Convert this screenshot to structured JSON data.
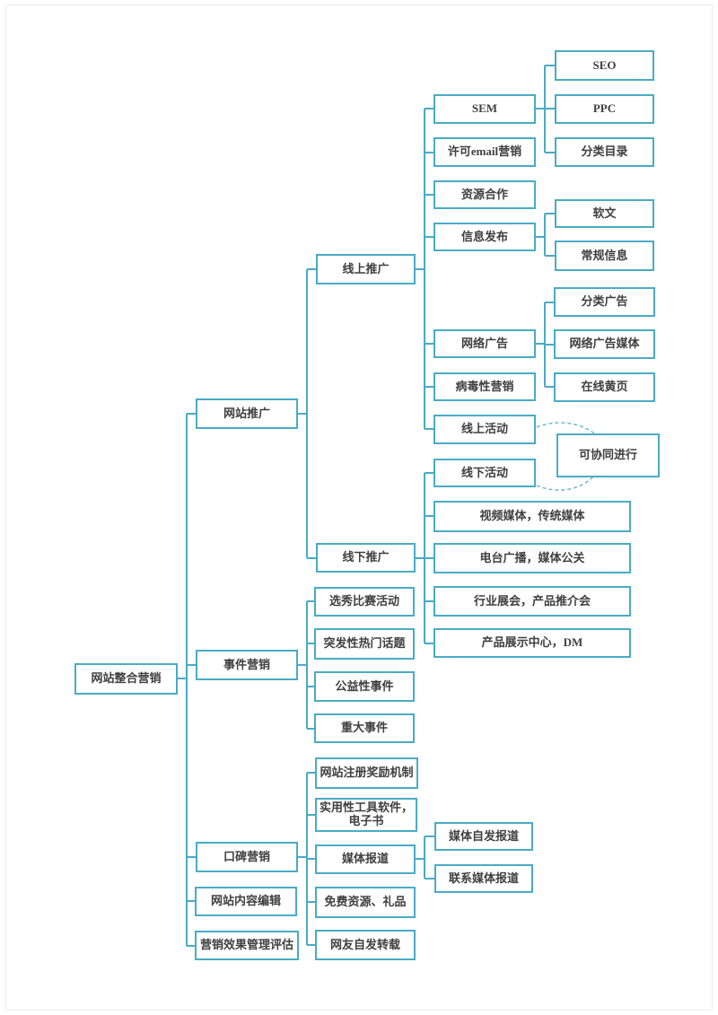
{
  "style": {
    "accent_color": "#4aabc5",
    "text_color": "#3f3f3f",
    "node_background": "#ffffff",
    "page_background": "#ffffff",
    "page_border_color": "#ececec"
  },
  "diagram": {
    "type": "mindmap-tree",
    "orientation": "left-to-right",
    "root": {
      "label": "网站整合营销",
      "children": [
        {
          "label": "网站推广",
          "children": [
            {
              "label": "线上推广",
              "children": [
                {
                  "label": "SEM",
                  "children": [
                    {
                      "label": "SEO"
                    },
                    {
                      "label": "PPC"
                    },
                    {
                      "label": "分类目录"
                    }
                  ]
                },
                {
                  "label": "许可email营销"
                },
                {
                  "label": "资源合作"
                },
                {
                  "label": "信息发布",
                  "children": [
                    {
                      "label": "软文"
                    },
                    {
                      "label": "常规信息"
                    }
                  ]
                },
                {
                  "label": "网络广告",
                  "children": [
                    {
                      "label": "分类广告"
                    },
                    {
                      "label": "网络广告媒体"
                    },
                    {
                      "label": "在线黄页"
                    }
                  ]
                },
                {
                  "label": "病毒性营销"
                },
                {
                  "label": "线上活动"
                }
              ]
            },
            {
              "label": "线下推广",
              "children": [
                {
                  "label": "线下活动"
                },
                {
                  "label": "视频媒体，传统媒体"
                },
                {
                  "label": "电台广播，媒体公关"
                },
                {
                  "label": "行业展会，产品推介会"
                },
                {
                  "label": "产品展示中心，DM"
                }
              ]
            }
          ]
        },
        {
          "label": "事件营销",
          "children": [
            {
              "label": "选秀比赛活动"
            },
            {
              "label": "突发性热门话题"
            },
            {
              "label": "公益性事件"
            },
            {
              "label": "重大事件"
            }
          ]
        },
        {
          "label": "口碑营销",
          "children": [
            {
              "label": "网站注册奖励机制"
            },
            {
              "label": "实用性工具软件，电子书"
            },
            {
              "label": "媒体报道",
              "children": [
                {
                  "label": "媒体自发报道"
                },
                {
                  "label": "联系媒体报道"
                }
              ]
            },
            {
              "label": "免费资源、礼品"
            },
            {
              "label": "网友自发转载"
            }
          ]
        },
        {
          "label": "网站内容编辑"
        },
        {
          "label": "营销效果管理评估"
        }
      ]
    },
    "annotation": {
      "label": "可协同进行",
      "connects": [
        "线上活动",
        "线下活动"
      ],
      "line_style": "dashed"
    }
  }
}
